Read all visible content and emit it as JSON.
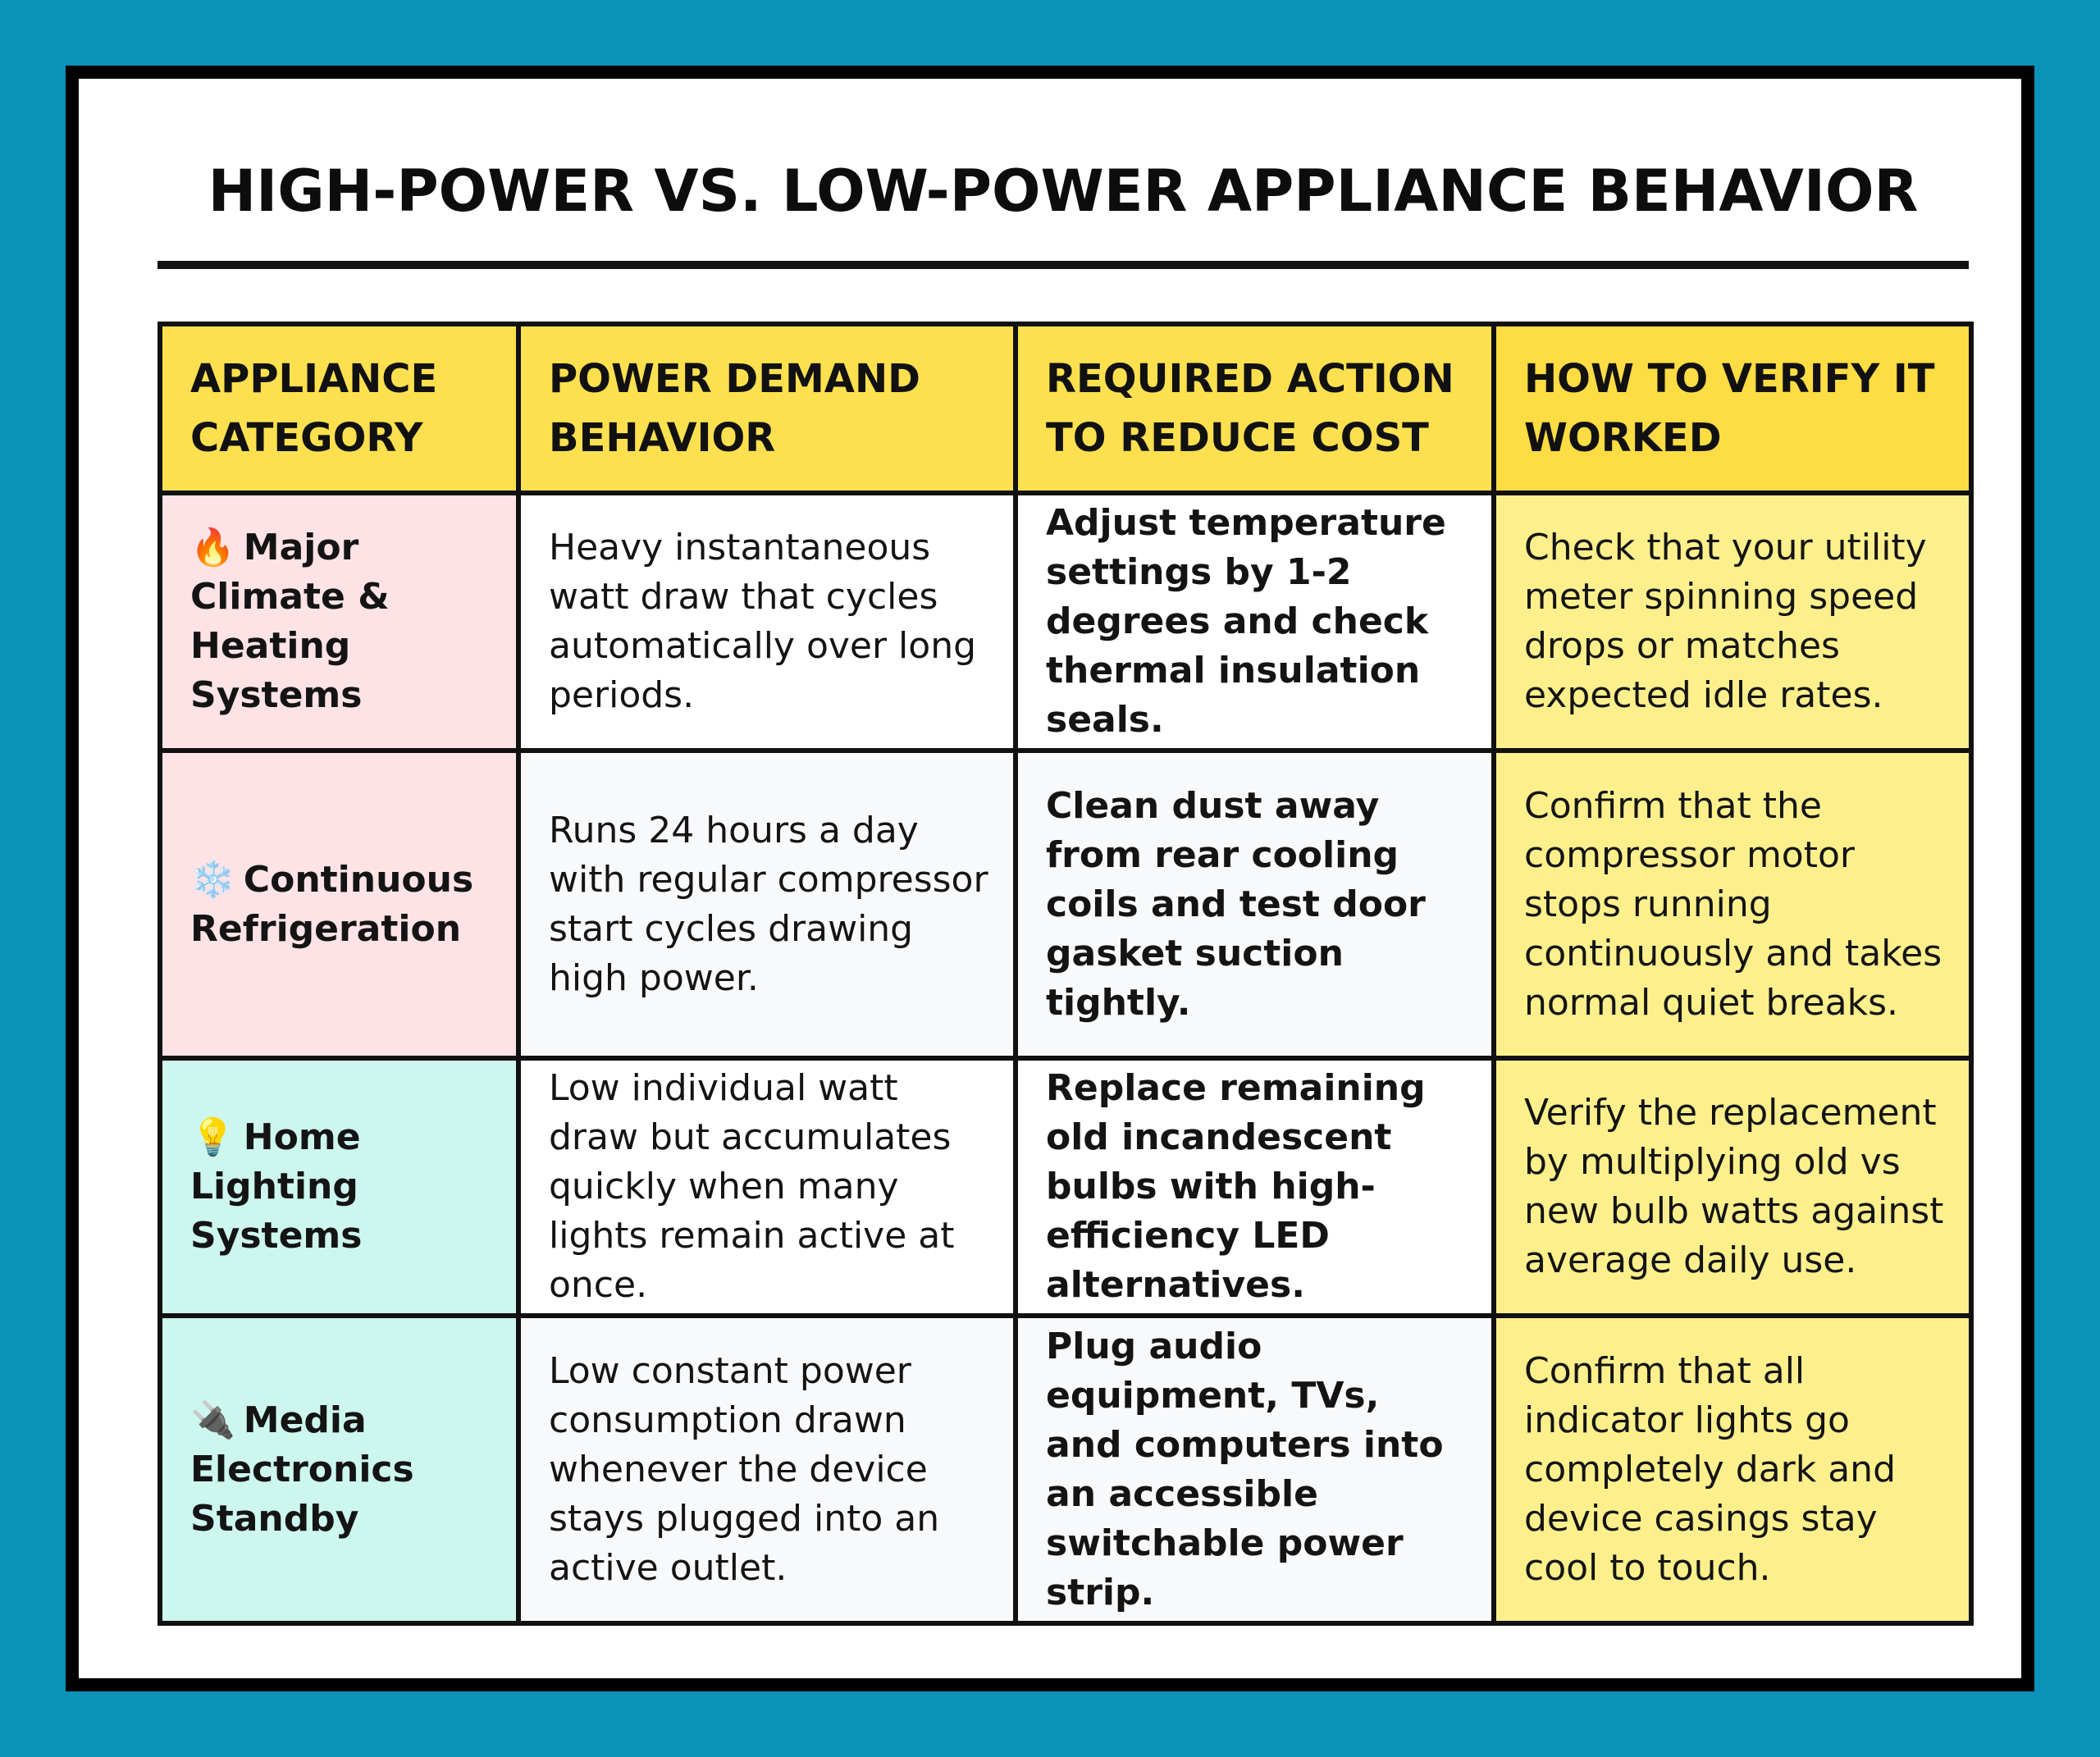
{
  "title": "HIGH-POWER VS. LOW-POWER APPLIANCE BEHAVIOR",
  "table": {
    "headers": [
      "APPLIANCE CATEGORY",
      "POWER DEMAND BEHAVIOR",
      "REQUIRED ACTION TO REDUCE COST",
      "HOW TO VERIFY IT WORKED"
    ],
    "rows": [
      {
        "icon": "🔥",
        "icon_name": "fire-icon",
        "category": "Major Climate & Heating Systems",
        "demand": "Heavy instantaneous watt draw that cycles automatically over long periods.",
        "action": "Adjust temperature settings by 1-2 degrees and check thermal insulation seals.",
        "verify": "Check that your utility meter spinning speed drops or matches expected idle rates."
      },
      {
        "icon": "❄️",
        "icon_name": "snowflake-icon",
        "category": "Continuous Refrigeration",
        "demand": "Runs 24 hours a day with regular compressor start cycles drawing high power.",
        "action": "Clean dust away from rear cooling coils and test door gasket suction tightly.",
        "verify": "Confirm that the compressor motor stops running continuously and takes normal quiet breaks."
      },
      {
        "icon": "💡",
        "icon_name": "light-bulb-icon",
        "category": "Home Lighting Systems",
        "demand": "Low individual watt draw but accumulates quickly when many lights remain active at once.",
        "action": "Replace remaining old incandescent bulbs with high-efficiency LED alternatives.",
        "verify": "Verify the replacement by multiplying old vs new bulb watts against average daily use."
      },
      {
        "icon": "🔌",
        "icon_name": "plug-icon",
        "category": "Media Electronics Standby",
        "demand": "Low constant power consumption drawn whenever the device stays plugged into an active outlet.",
        "action": "Plug audio equipment, TVs, and computers into an accessible switchable power strip.",
        "verify": "Confirm that all indicator lights go completely dark and device casings stay cool to touch."
      }
    ]
  },
  "colors": {
    "page_background": "#0b92b8",
    "header_fill": "#fce04f",
    "category_warm": "#fde3e6",
    "category_cool": "#cdf7ee",
    "verify_fill": "#fdf08c",
    "border": "#111111"
  }
}
